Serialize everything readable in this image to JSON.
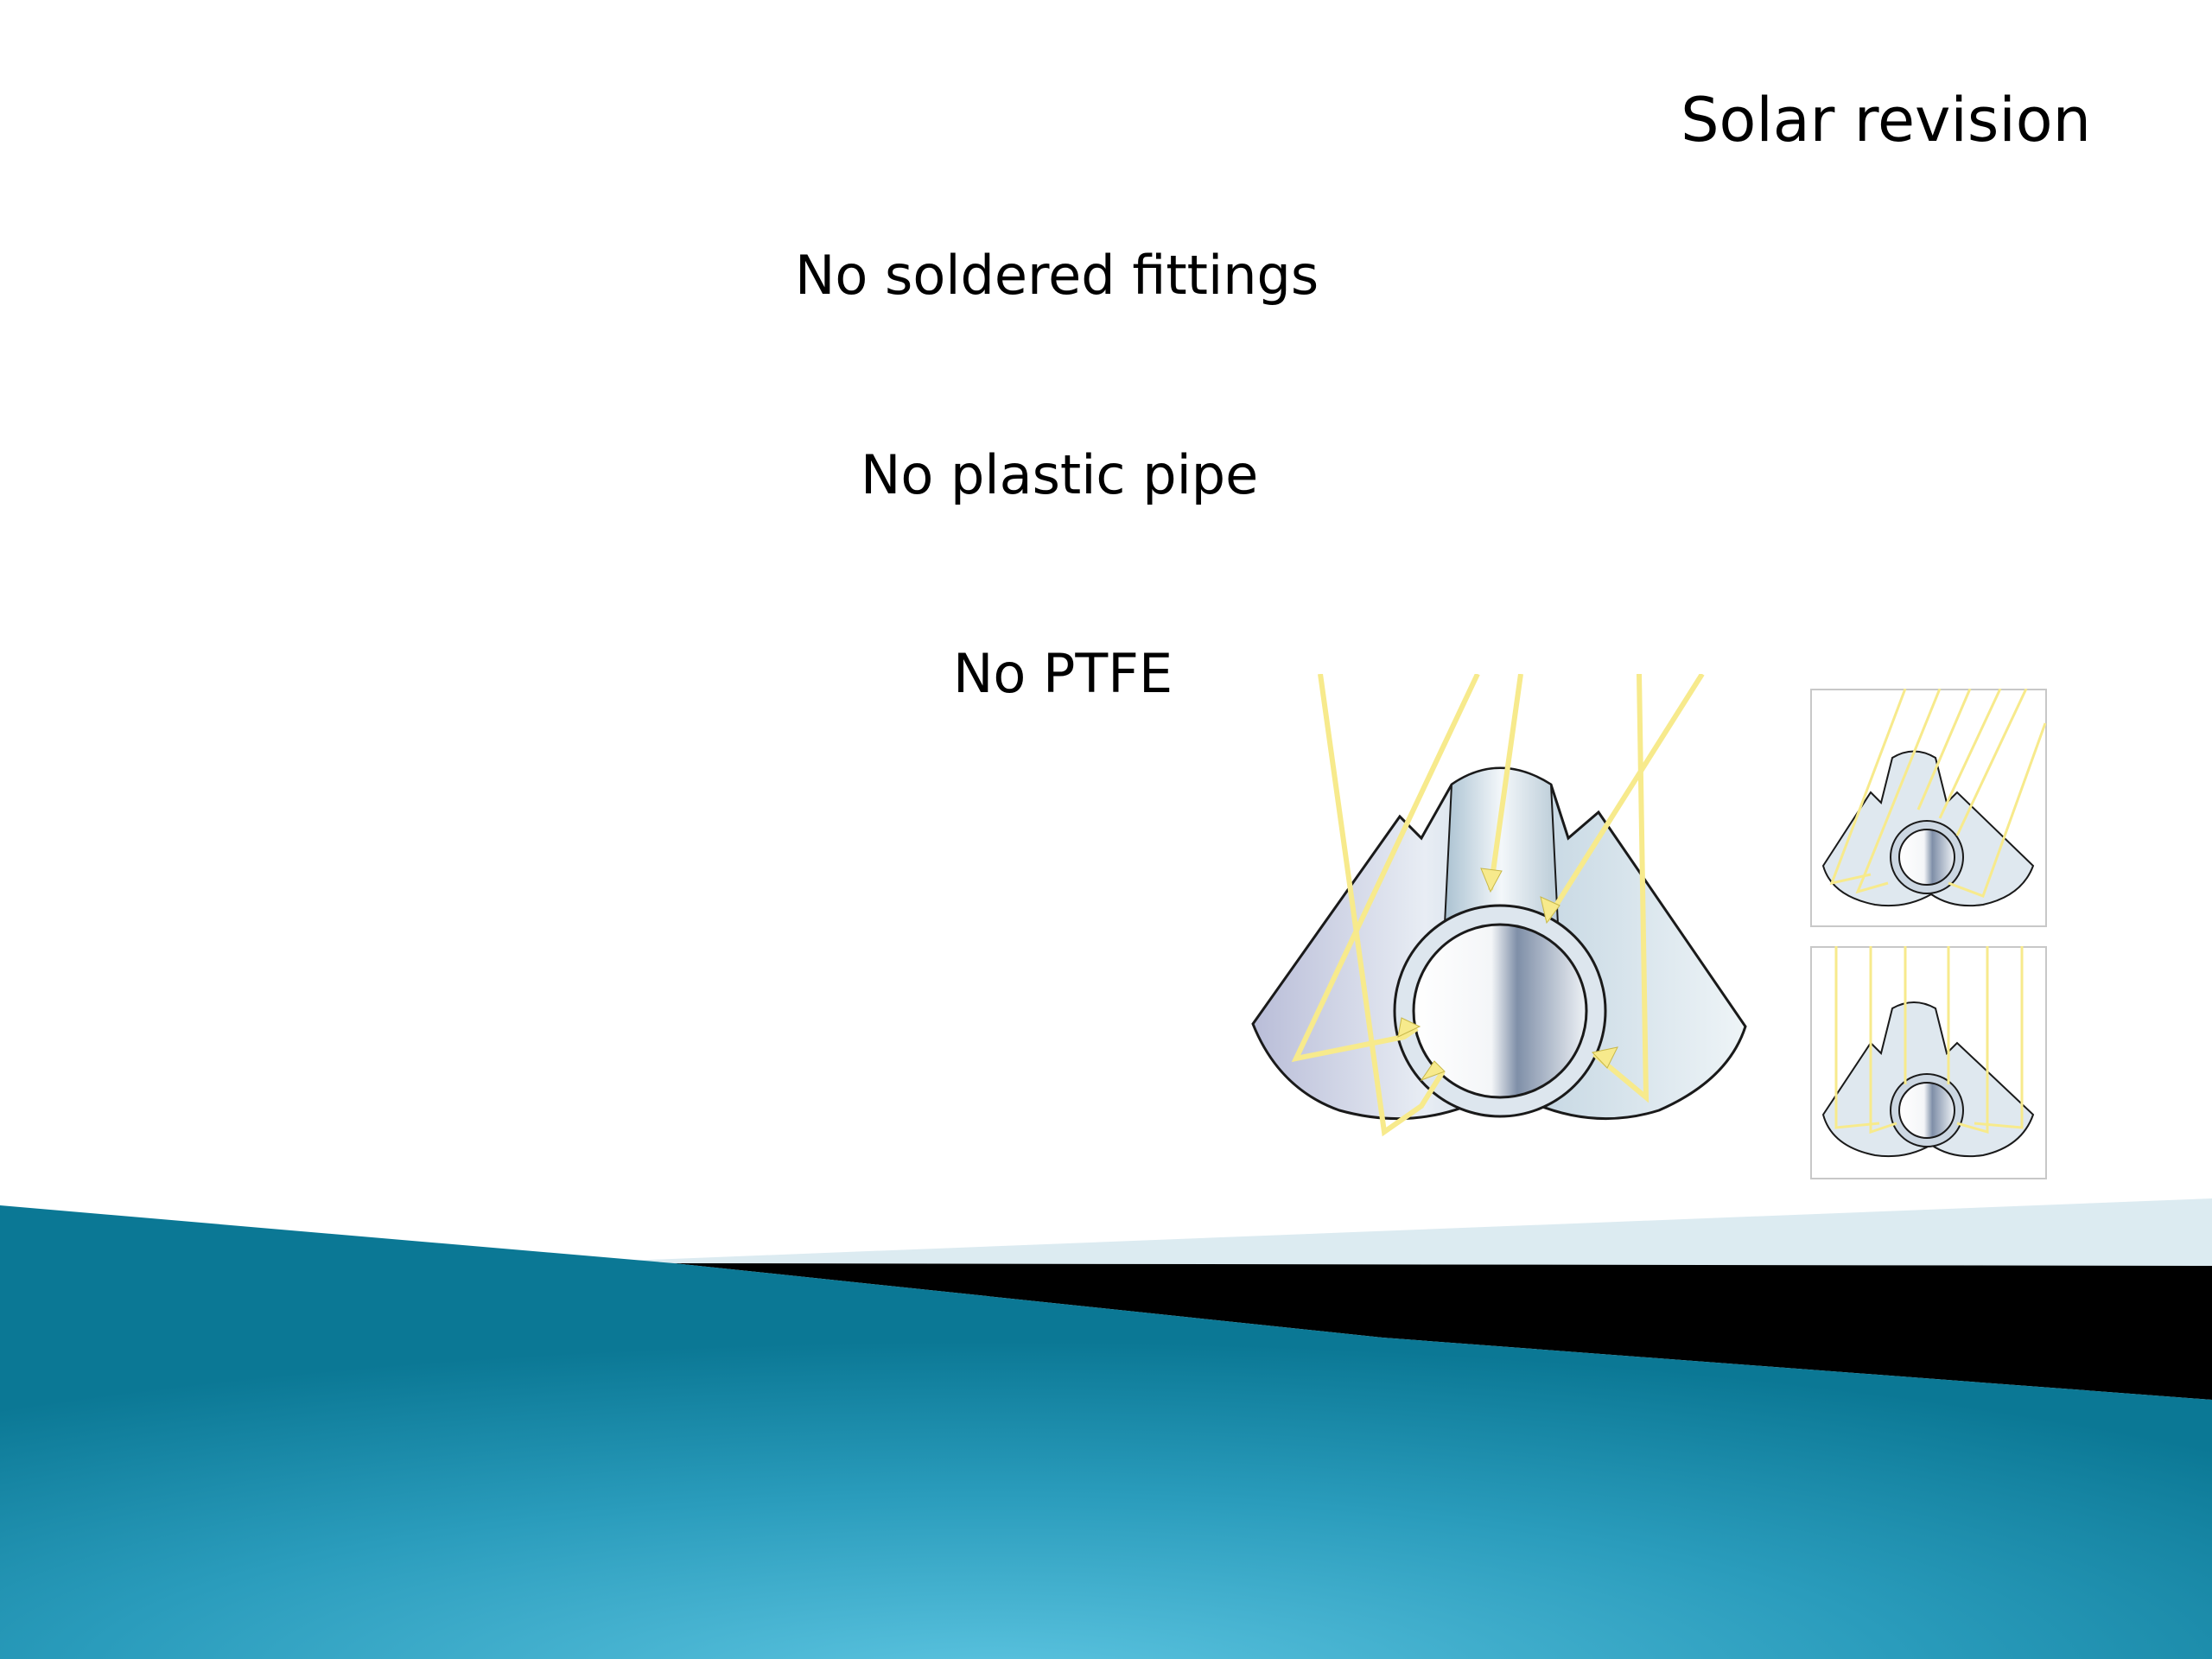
{
  "slide": {
    "title": "Solar revision",
    "bullets": [
      "No soldered fittings",
      "No plastic pipe",
      "No PTFE"
    ]
  },
  "illustration": {
    "main": "evacuated-tube-reflector-illustration",
    "insets": [
      "reflector-angled-rays-inset",
      "reflector-vertical-rays-inset"
    ]
  },
  "colors": {
    "ray": "#f5e98a",
    "band_teal": "#1a8fae",
    "band_light": "#dcebf1",
    "band_dark": "#000000"
  }
}
